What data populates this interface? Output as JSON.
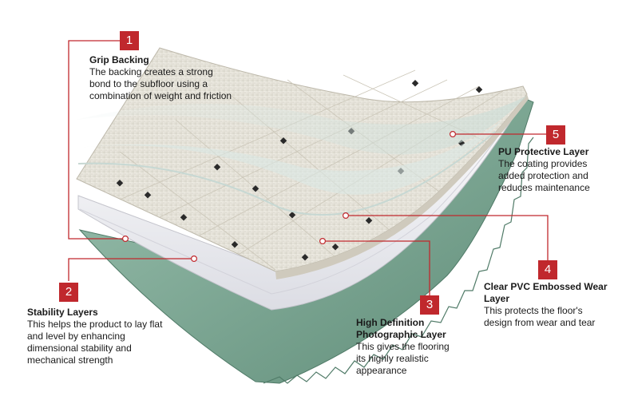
{
  "callouts": [
    {
      "number": "1",
      "title": "Grip Backing",
      "description": "The backing creates a strong bond to the subfloor using a combination of weight and friction"
    },
    {
      "number": "2",
      "title": "Stability Layers",
      "description": "This helps the product to lay flat and level by enhancing dimensional stability and mechanical strength"
    },
    {
      "number": "3",
      "title": "High Definition Photographic Layer",
      "description": "This gives the flooring its highly realistic appearance"
    },
    {
      "number": "4",
      "title": "Clear PVC Embossed Wear Layer",
      "description": "This protects the floor's design from wear and tear"
    },
    {
      "number": "5",
      "title": "PU Protective Layer",
      "description": "The coating provides added protection and reduces maintenance"
    }
  ],
  "colors": {
    "accent": "#c0282d",
    "backing_green": "#7fa895",
    "tile_surface": "#e6e4dc",
    "stability_white": "#f4f4f6"
  }
}
